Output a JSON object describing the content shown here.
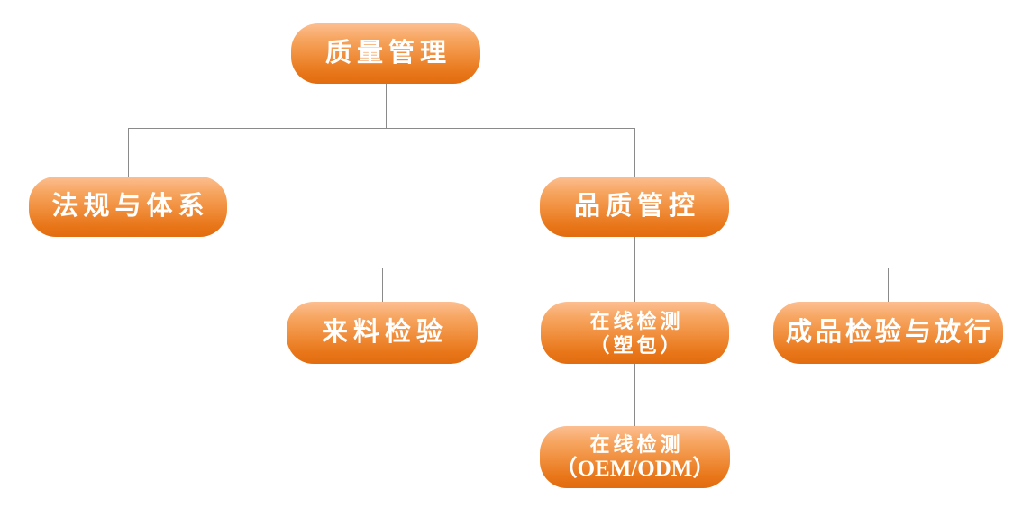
{
  "diagram": {
    "type": "org-chart",
    "background_color": "#ffffff",
    "connector_color": "#8a8a8a",
    "node_text_color": "#ffffff",
    "node_gradient": {
      "top": "#fcbf92",
      "upper": "#f7a763",
      "middle": "#f08d3a",
      "bottom": "#e26c10"
    },
    "nodes": [
      {
        "id": "quality-management",
        "label": "质量管理",
        "sublabel": "",
        "level": 1,
        "parent": null
      },
      {
        "id": "regulations-and-system",
        "label": "法规与体系",
        "sublabel": "",
        "level": 2,
        "parent": "quality-management"
      },
      {
        "id": "quality-control",
        "label": "品质管控",
        "sublabel": "",
        "level": 2,
        "parent": "quality-management"
      },
      {
        "id": "incoming-inspection",
        "label": "来料检验",
        "sublabel": "",
        "level": 3,
        "parent": "quality-control"
      },
      {
        "id": "online-testing-plastic",
        "label": "在线检测",
        "sublabel": "（塑包）",
        "level": 3,
        "parent": "quality-control"
      },
      {
        "id": "finished-goods-release",
        "label": "成品检验与放行",
        "sublabel": "",
        "level": 3,
        "parent": "quality-control"
      },
      {
        "id": "online-testing-oem-odm",
        "label": "在线检测",
        "sublabel": "（OEM/ODM）",
        "level": 4,
        "parent": "online-testing-plastic"
      }
    ]
  }
}
